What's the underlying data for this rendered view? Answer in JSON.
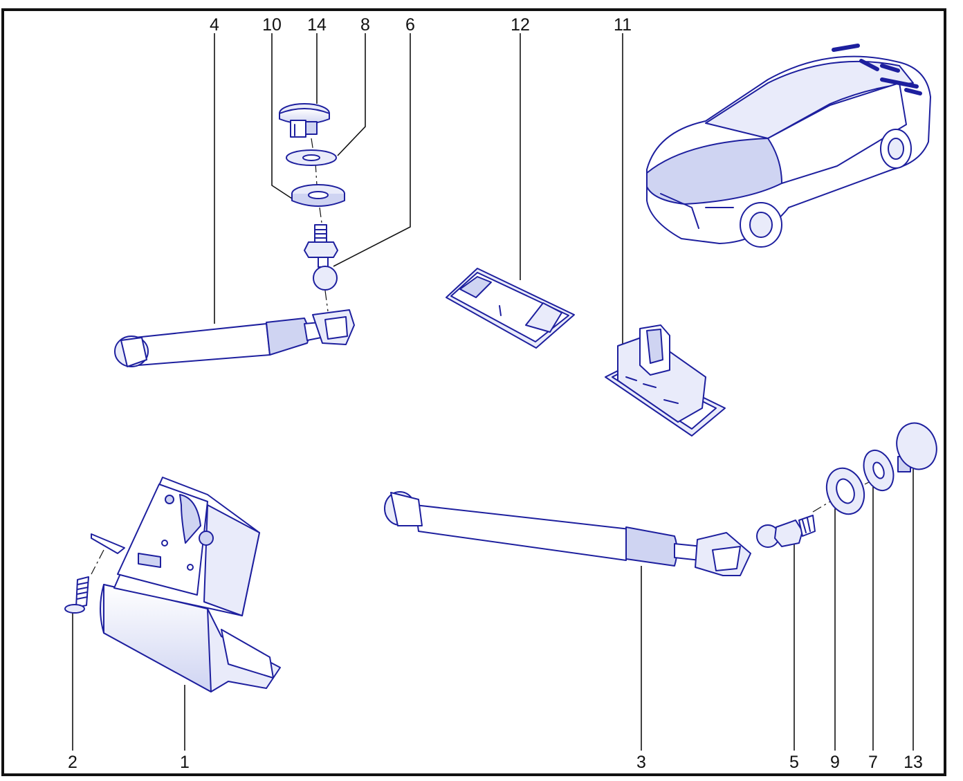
{
  "colors": {
    "line": "#1d1f9e",
    "fill_light": "#e9ebfa",
    "fill_mid": "#cfd4f2",
    "frame": "#111111",
    "background": "#ffffff"
  },
  "callouts": {
    "c1": "1",
    "c2": "2",
    "c3": "3",
    "c4": "4",
    "c5": "5",
    "c6": "6",
    "c7": "7",
    "c8": "8",
    "c9": "9",
    "c10": "10",
    "c11": "11",
    "c12": "12",
    "c13": "13",
    "c14": "14"
  }
}
